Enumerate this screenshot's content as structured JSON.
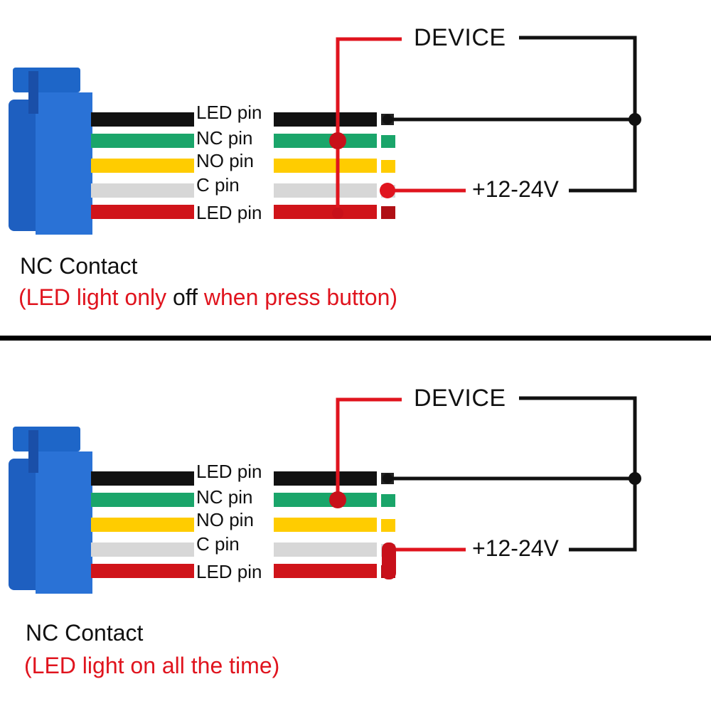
{
  "colors": {
    "red_signal": "#e0141e",
    "black_wire": "#111111",
    "green_wire": "#1aa56a",
    "yellow_wire": "#ffcc00",
    "white_wire": "#d7d7d7",
    "red_wire": "#d0141a",
    "connector_blue": "#1e66c8"
  },
  "top": {
    "device_label": "DEVICE",
    "voltage_label": "+12-24V",
    "pins": [
      "LED pin",
      "NC pin",
      "NO pin",
      "C pin",
      "LED pin"
    ],
    "caption": "NC Contact",
    "note_part1": "(LED light only ",
    "note_part2": "off",
    "note_part3": " when press button)"
  },
  "bottom": {
    "device_label": "DEVICE",
    "voltage_label": "+12-24V",
    "pins": [
      "LED pin",
      "NC pin",
      "NO pin",
      "C pin",
      "LED pin"
    ],
    "caption": "NC Contact",
    "note": "(LED light on all the time)"
  }
}
